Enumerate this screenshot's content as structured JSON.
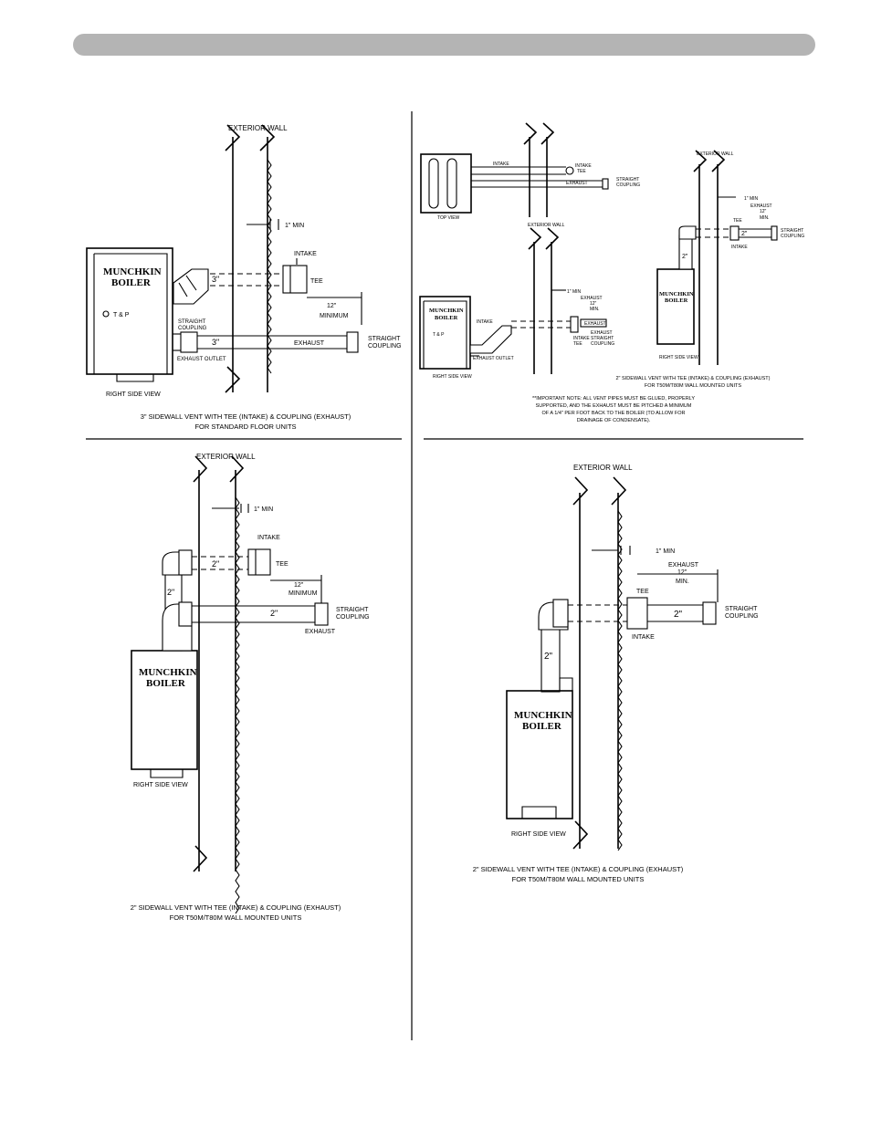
{
  "d1": {
    "exterior_wall": "EXTERIOR WALL",
    "min_1": "1\" MIN",
    "intake": "INTAKE",
    "tee": "TEE",
    "boiler_line1": "MUNCHKIN",
    "boiler_line2": "BOILER",
    "size_upper": "3\"",
    "size_lower": "3\"",
    "dist_12": "12\"",
    "minimum": "MINIMUM",
    "straight_coupling_top": "STRAIGHT",
    "straight_coupling_bot": "COUPLING",
    "exhaust": "EXHAUST",
    "straight_coupling_end_top": "STRAIGHT",
    "straight_coupling_end_bot": "COUPLING",
    "exhaust_outlet": "EXHAUST OUTLET",
    "tp": "T & P",
    "view": "RIGHT SIDE VIEW",
    "caption_line1": "3\" SIDEWALL VENT WITH TEE (INTAKE) & COUPLING (EXHAUST)",
    "caption_line2": "FOR STANDARD FLOOR UNITS"
  },
  "d2": {
    "intake_top": "INTAKE",
    "intake_tee_top": "INTAKE",
    "intake_tee_bot": "TEE",
    "straight_coupling_top": "STRAIGHT",
    "straight_coupling_bot": "COUPLING",
    "exhaust_top": "EXHAUST",
    "top_view": "TOP VIEW",
    "exterior_wall": "EXTERIOR WALL",
    "boiler_line1": "MUNCHKIN",
    "boiler_line2": "BOILER",
    "tp": "T & P",
    "intake_side": "INTAKE",
    "exhaust_outlet": "EXHAUST OUTLET",
    "view": "RIGHT SIDE VIEW",
    "min_1": "1\" MIN",
    "exhaust_lbl": "EXHAUST",
    "dist_12": "12\"",
    "min_lbl": "MIN.",
    "exhaust_box": "EXHAUST",
    "intake_lower_top": "INTAKE",
    "intake_lower_bot": "TEE",
    "exhaust_sc_1": "EXHAUST",
    "exhaust_sc_2": "STRAIGHT",
    "exhaust_sc_3": "COUPLING",
    "r_exterior_wall": "EXTERIOR WALL",
    "r_min_1": "1\" MIN",
    "r_exhaust": "EXHAUST",
    "r_dist": "12\"",
    "r_min": "MIN.",
    "r_tee": "TEE",
    "r_straight": "STRAIGHT",
    "r_coupling": "COUPLING",
    "r_size": "2\"",
    "r_intake": "INTAKE",
    "r_size_v": "2\"",
    "r_boiler_line1": "MUNCHKIN",
    "r_boiler_line2": "BOILER",
    "r_view": "RIGHT SIDE VIEW",
    "caption_line1": "2\" SIDEWALL VENT WITH TEE (INTAKE) & COUPLING (EXHAUST)",
    "caption_line2": "FOR T50M/T80M WALL MOUNTED UNITS",
    "note_1": "**IMPORTANT NOTE: ALL VENT PIPES MUST BE GLUED, PROPERLY",
    "note_2": "SUPPORTED, AND THE EXHAUST MUST BE PITCHED A MINIMUM",
    "note_3": "OF A 1/4\" PER FOOT BACK TO THE BOILER (TO ALLOW FOR",
    "note_4": "DRAINAGE OF CONDENSATE)."
  },
  "d3": {
    "exterior_wall": "EXTERIOR WALL",
    "min_1": "1\" MIN",
    "intake": "INTAKE",
    "tee": "TEE",
    "size_upper": "2\"",
    "dist_12": "12\"",
    "minimum": "MINIMUM",
    "size_vertical": "2\"",
    "size_lower": "2\"",
    "straight": "STRAIGHT",
    "coupling": "COUPLING",
    "exhaust": "EXHAUST",
    "boiler_line1": "MUNCHKIN",
    "boiler_line2": "BOILER",
    "view": "RIGHT SIDE VIEW",
    "caption_line1": "2\" SIDEWALL VENT WITH TEE (INTAKE) & COUPLING (EXHAUST)",
    "caption_line2": "FOR T50M/T80M WALL MOUNTED UNITS"
  },
  "d4": {
    "exterior_wall": "EXTERIOR WALL",
    "min_1": "1\" MIN",
    "exhaust": "EXHAUST",
    "dist_12": "12\"",
    "min": "MIN.",
    "tee": "TEE",
    "size_h": "2\"",
    "straight": "STRAIGHT",
    "coupling": "COUPLING",
    "intake": "INTAKE",
    "size_v": "2\"",
    "boiler_line1": "MUNCHKIN",
    "boiler_line2": "BOILER",
    "view": "RIGHT SIDE VIEW",
    "caption_line1": "2\" SIDEWALL VENT WITH TEE (INTAKE) & COUPLING (EXHAUST)",
    "caption_line2": "FOR T50M/T80M WALL MOUNTED UNITS"
  }
}
